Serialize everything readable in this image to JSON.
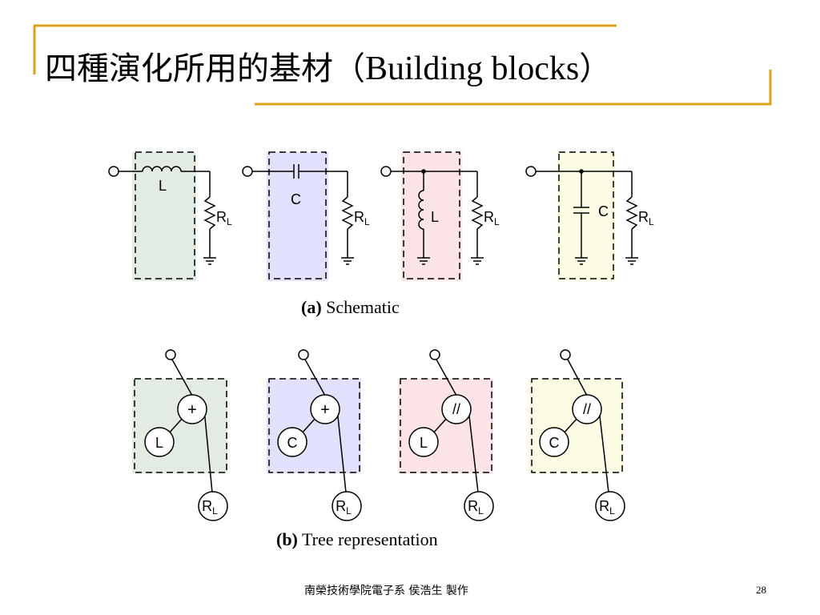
{
  "title": {
    "cjk": "四種演化所用的基材（",
    "latin": "Building blocks",
    "close": "）"
  },
  "colors": {
    "accent_gold": "#d9a21a",
    "series_l_series": "#e3ece3",
    "series_c_series": "#e1e1fb",
    "parallel_l": "#fce3e6",
    "parallel_c": "#fdfde6"
  },
  "schematic": {
    "caption_letter": "(a)",
    "caption_text": " Schematic",
    "blocks": [
      {
        "element": "L",
        "load": "R",
        "load_sub": "L"
      },
      {
        "element": "C",
        "load": "R",
        "load_sub": "L"
      },
      {
        "element": "L",
        "load": "R",
        "load_sub": "L"
      },
      {
        "element": "C",
        "load": "R",
        "load_sub": "L"
      }
    ]
  },
  "tree": {
    "caption_letter": "(b)",
    "caption_text": " Tree representation",
    "blocks": [
      {
        "op": "+",
        "leaf": "L",
        "load": "R",
        "load_sub": "L"
      },
      {
        "op": "+",
        "leaf": "C",
        "load": "R",
        "load_sub": "L"
      },
      {
        "op": "//",
        "leaf": "L",
        "load": "R",
        "load_sub": "L"
      },
      {
        "op": "//",
        "leaf": "C",
        "load": "R",
        "load_sub": "L"
      }
    ]
  },
  "footer": {
    "text": "南榮技術學院電子系  侯浩生  製作",
    "page": "28"
  }
}
